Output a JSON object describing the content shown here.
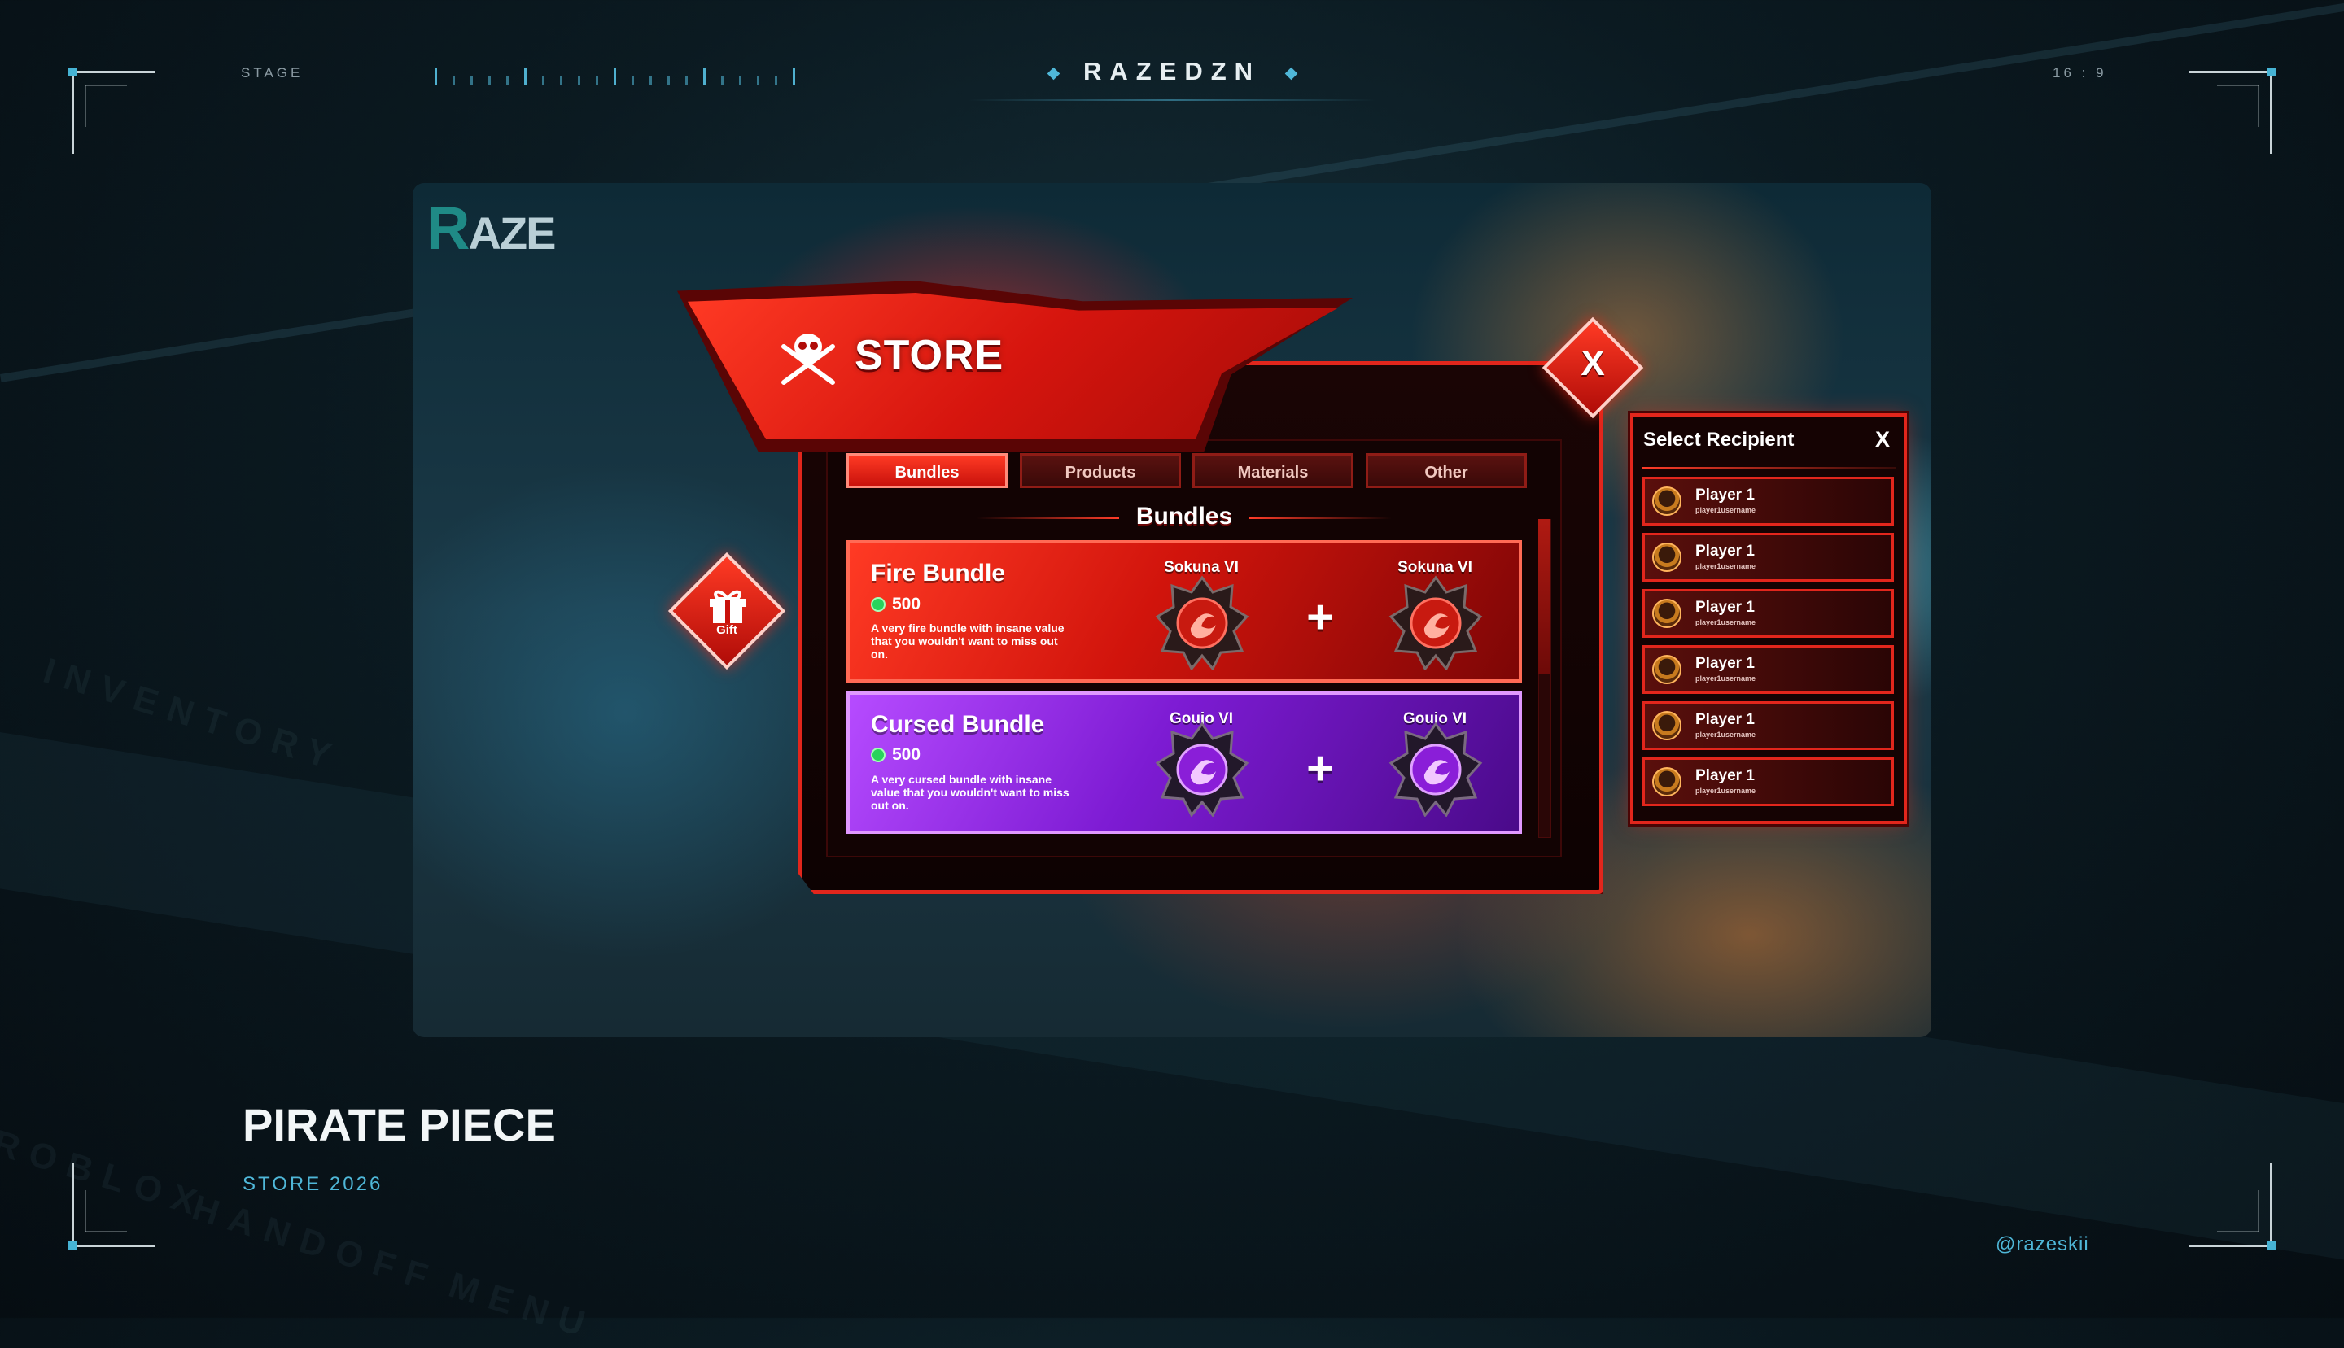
{
  "hud": {
    "stage_label": "STAGE",
    "brand": "RAZEDZN",
    "aspect": "16 : 9",
    "handle": "@razeskii",
    "watermarks": [
      "INVENTORY",
      "ROBLOX",
      "HANDOFF",
      "MENU"
    ]
  },
  "logo": {
    "first": "R",
    "rest": "AZE"
  },
  "store": {
    "title": "STORE",
    "close_label": "X",
    "gift_label": "Gift",
    "tabs": [
      "Bundles",
      "Products",
      "Materials",
      "Other"
    ],
    "active_tab": "Bundles",
    "section_title": "Bundles",
    "bundles": [
      {
        "name": "Fire Bundle",
        "price": "500",
        "description": "A very fire bundle with insane value that you wouldn't want to miss out on.",
        "item_left": "Sokuna VI",
        "item_right": "Sokuna VI",
        "plus": "+"
      },
      {
        "name": "Cursed Bundle",
        "price": "500",
        "description": "A very cursed bundle with insane value that you wouldn't want to miss out on.",
        "item_left": "Goujo VI",
        "item_right": "Goujo VI",
        "plus": "+"
      }
    ]
  },
  "recipient": {
    "title": "Select Recipient",
    "close_label": "X",
    "players": [
      {
        "name": "Player 1",
        "username": "player1username"
      },
      {
        "name": "Player 1",
        "username": "player1username"
      },
      {
        "name": "Player 1",
        "username": "player1username"
      },
      {
        "name": "Player 1",
        "username": "player1username"
      },
      {
        "name": "Player 1",
        "username": "player1username"
      },
      {
        "name": "Player 1",
        "username": "player1username"
      }
    ]
  },
  "footer": {
    "title": "PIRATE PIECE",
    "subtitle": "STORE 2026"
  },
  "colors": {
    "accent_cyan": "#4fb7d8",
    "fire_red": "#e1261c",
    "cursed_purple": "#7d1bd3",
    "currency_green": "#29d35c"
  }
}
